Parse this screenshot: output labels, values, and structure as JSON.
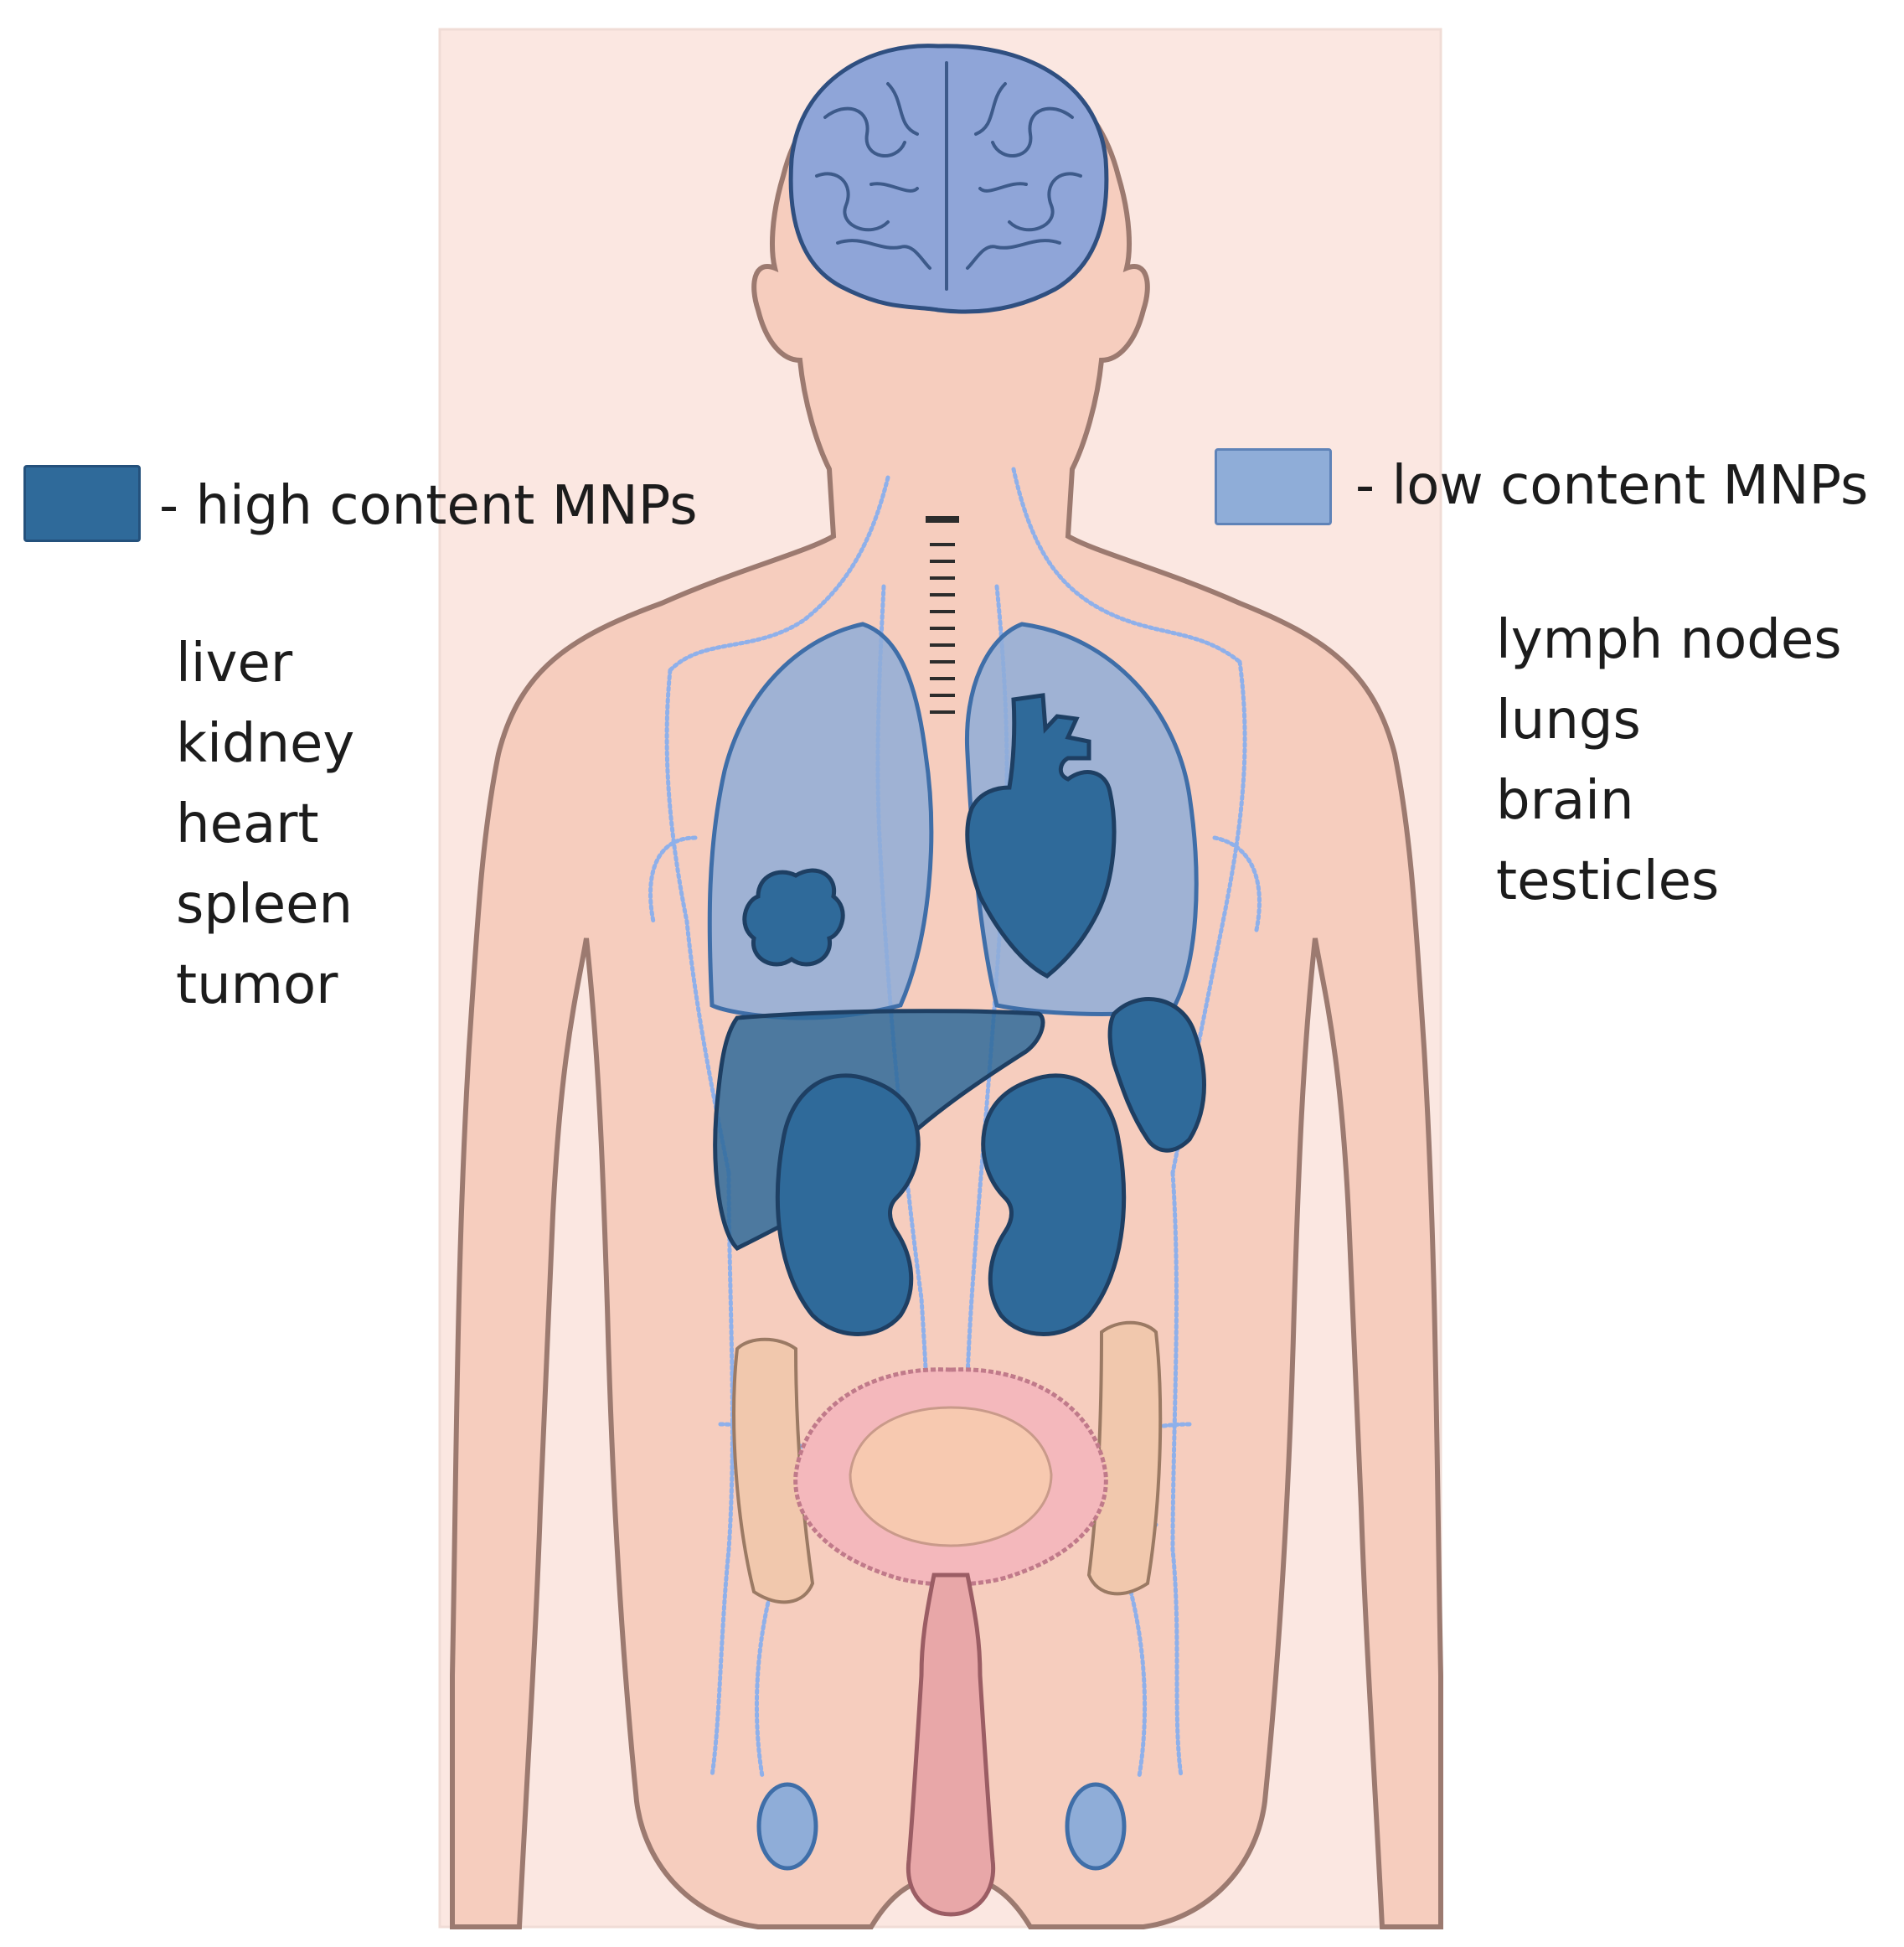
{
  "legend": {
    "high": {
      "label": "- high content MNPs",
      "color": "#2f6a9a"
    },
    "low": {
      "label": "- low content MNPs",
      "color": "#8fadd8"
    }
  },
  "high_content_organs": [
    "liver",
    "kidney",
    "heart",
    "spleen",
    "tumor"
  ],
  "low_content_organs": [
    "lymph nodes",
    "lungs",
    "brain",
    "testicles"
  ],
  "colors": {
    "skin": "#f6cdbe",
    "skin_outline": "#9c7a70",
    "panel_background": "#fbe7e1",
    "organ_outline": "#22466b",
    "lymph_vessels": "#8fb0ea"
  },
  "figure_elements": [
    "brain",
    "lungs",
    "heart",
    "tumor",
    "liver",
    "spleen",
    "left-kidney",
    "right-kidney",
    "trachea",
    "colon",
    "bladder",
    "genitals",
    "left-testicle",
    "right-testicle",
    "lymphatic-vessels"
  ]
}
